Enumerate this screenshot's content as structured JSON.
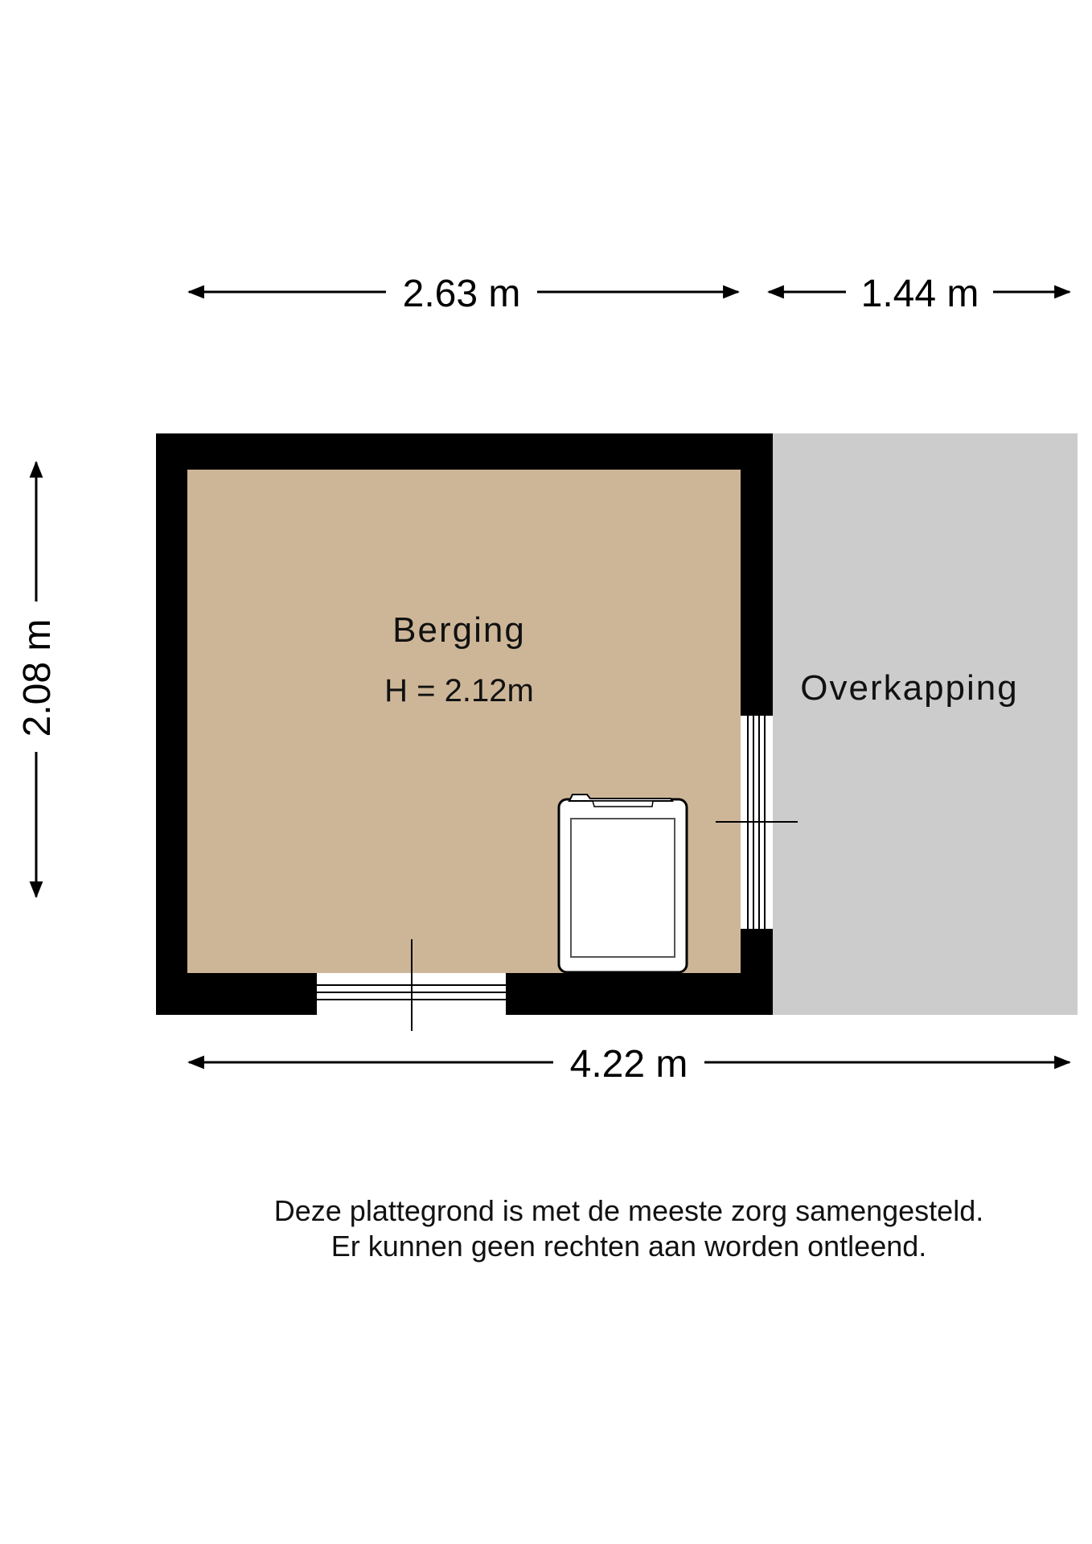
{
  "rooms": {
    "berging": {
      "name": "Berging",
      "height": "H = 2.12m",
      "color": "#cdb698"
    },
    "overkapping": {
      "name": "Overkapping",
      "color": "#cccccc"
    }
  },
  "dimensions": {
    "top_left": "2.63 m",
    "top_right": "1.44 m",
    "left": "2.08 m",
    "bottom": "4.22 m"
  },
  "disclaimer": {
    "line1": "Deze plattegrond is met de meeste zorg samengesteld.",
    "line2": "Er kunnen geen rechten aan worden ontleend."
  },
  "colors": {
    "wall": "#000000"
  }
}
